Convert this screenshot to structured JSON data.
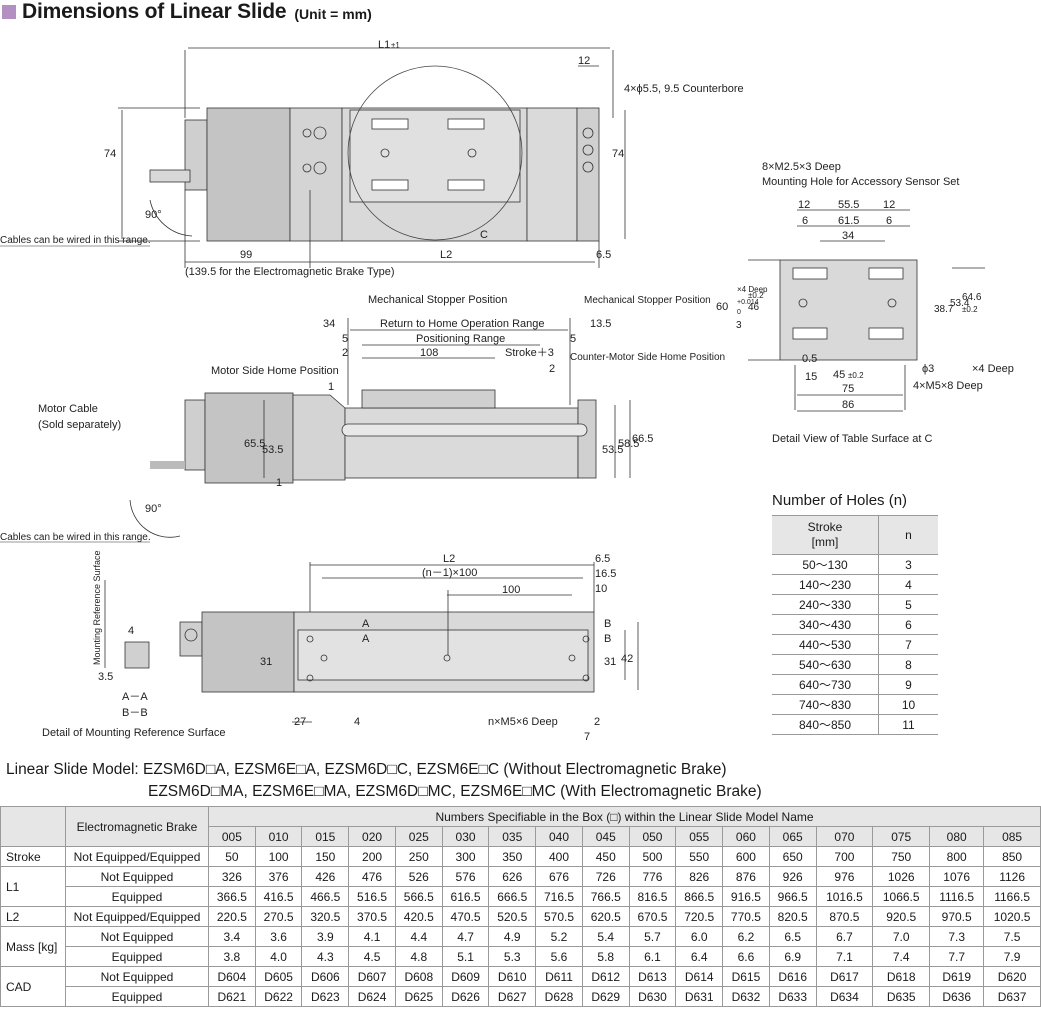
{
  "header": {
    "title": "Dimensions of Linear Slide",
    "unit": "(Unit = mm)"
  },
  "drawing": {
    "top_view": {
      "L1": "L1",
      "L1_tol": "±1",
      "d12": "12",
      "counterbore": "4×ϕ5.5, 9.5 Counterbore",
      "h74": "74",
      "angle": "90°",
      "cables": "Cables can be wired in this range.",
      "d99": "99",
      "L2": "L2",
      "d6_5": "6.5",
      "C": "C",
      "brake_note": "(139.5 for the Electromagnetic Brake Type)"
    },
    "detail_c": {
      "m25": "8×M2.5×3 Deep",
      "sensor": "Mounting Hole for Accessory Sensor Set",
      "d12a": "12",
      "d55_5": "55.5",
      "d12b": "12",
      "d6a": "6",
      "d61_5": "61.5",
      "d6b": "6",
      "d34": "34",
      "d60": "60",
      "d3": "3",
      "d46": "46",
      "d46tol": "±0.2",
      "deep4": "×4 Deep",
      "tol014": "+0.014",
      "tol0": "0",
      "d38_7": "38.7",
      "d53_4": "53.4",
      "d64_6": "64.6",
      "d64tol": "±0.2",
      "d0_5": "0.5",
      "d15": "15",
      "d45": "45",
      "d45tol": "±0.2",
      "phi3": "ϕ3",
      "phi3note": "×4 Deep",
      "m5": "4×M5×8 Deep",
      "d75": "75",
      "d86": "86",
      "caption": "Detail View of Table Surface at C"
    },
    "front_view": {
      "stopper1": "Mechanical Stopper Position",
      "stopper2": "Mechanical Stopper Position",
      "d34": "34",
      "return": "Return to Home Operation Range",
      "d13_5": "13.5",
      "d5a": "5",
      "d5b": "5",
      "positioning": "Positioning Range",
      "d2a": "2",
      "d108": "108",
      "stroke": "Stroke＋3",
      "counter": "Counter-Motor Side Home Position",
      "motor_home": "Motor Side Home Position",
      "d2b": "2",
      "d1a": "1",
      "d1b": "1",
      "cable": "Motor Cable",
      "sold": "(Sold separately)",
      "d65_5": "65.5",
      "d53_5a": "53.5",
      "d53_5b": "53.5",
      "d58_5": "58.5",
      "d66_5": "66.5",
      "angle": "90°",
      "cables": "Cables can be wired in this range."
    },
    "bottom_view": {
      "L2": "L2",
      "d6_5": "6.5",
      "pitch": "(n－1)×100",
      "d16_5": "16.5",
      "d100": "100",
      "d10": "10",
      "mrs": "Mounting Reference Surface",
      "d4": "4",
      "d3_5": "3.5",
      "A": "A",
      "B": "B",
      "AA": "A－A",
      "BB": "B－B",
      "d31a": "31",
      "d31b": "31",
      "d42": "42",
      "detail": "Detail of Mounting Reference Surface",
      "d27": "27",
      "d4b": "4",
      "nholes": "n×M5×6 Deep",
      "d2": "2",
      "d7": "7"
    }
  },
  "holes": {
    "title": "Number of Holes (n)",
    "headers": [
      "Stroke\n[mm]",
      "n"
    ],
    "rows": [
      [
        "50～130",
        "3"
      ],
      [
        "140～230",
        "4"
      ],
      [
        "240～330",
        "5"
      ],
      [
        "340～430",
        "6"
      ],
      [
        "440～530",
        "7"
      ],
      [
        "540～630",
        "8"
      ],
      [
        "640～730",
        "9"
      ],
      [
        "740～830",
        "10"
      ],
      [
        "840～850",
        "11"
      ]
    ]
  },
  "models": {
    "line1": "Linear Slide Model: EZSM6D□A, EZSM6E□A, EZSM6D□C, EZSM6E□C (Without Electromagnetic Brake)",
    "line2": "EZSM6D□MA, EZSM6E□MA, EZSM6D□MC, EZSM6E□MC (With Electromagnetic Brake)"
  },
  "spec": {
    "brake_header": "Electromagnetic Brake",
    "box_header": "Numbers Specifiable in the Box (□) within the Linear Slide Model Name",
    "codes": [
      "005",
      "010",
      "015",
      "020",
      "025",
      "030",
      "035",
      "040",
      "045",
      "050",
      "055",
      "060",
      "065",
      "070",
      "075",
      "080",
      "085"
    ],
    "rows": [
      {
        "label": "Stroke",
        "sub": "Not Equipped/Equipped",
        "values": [
          "50",
          "100",
          "150",
          "200",
          "250",
          "300",
          "350",
          "400",
          "450",
          "500",
          "550",
          "600",
          "650",
          "700",
          "750",
          "800",
          "850"
        ]
      },
      {
        "label": "L1",
        "sub": "Not Equipped",
        "values": [
          "326",
          "376",
          "426",
          "476",
          "526",
          "576",
          "626",
          "676",
          "726",
          "776",
          "826",
          "876",
          "926",
          "976",
          "1026",
          "1076",
          "1126"
        ]
      },
      {
        "label": "",
        "sub": "Equipped",
        "values": [
          "366.5",
          "416.5",
          "466.5",
          "516.5",
          "566.5",
          "616.5",
          "666.5",
          "716.5",
          "766.5",
          "816.5",
          "866.5",
          "916.5",
          "966.5",
          "1016.5",
          "1066.5",
          "1116.5",
          "1166.5"
        ]
      },
      {
        "label": "L2",
        "sub": "Not Equipped/Equipped",
        "values": [
          "220.5",
          "270.5",
          "320.5",
          "370.5",
          "420.5",
          "470.5",
          "520.5",
          "570.5",
          "620.5",
          "670.5",
          "720.5",
          "770.5",
          "820.5",
          "870.5",
          "920.5",
          "970.5",
          "1020.5"
        ]
      },
      {
        "label": "Mass [kg]",
        "sub": "Not Equipped",
        "values": [
          "3.4",
          "3.6",
          "3.9",
          "4.1",
          "4.4",
          "4.7",
          "4.9",
          "5.2",
          "5.4",
          "5.7",
          "6.0",
          "6.2",
          "6.5",
          "6.7",
          "7.0",
          "7.3",
          "7.5"
        ]
      },
      {
        "label": "",
        "sub": "Equipped",
        "values": [
          "3.8",
          "4.0",
          "4.3",
          "4.5",
          "4.8",
          "5.1",
          "5.3",
          "5.6",
          "5.8",
          "6.1",
          "6.4",
          "6.6",
          "6.9",
          "7.1",
          "7.4",
          "7.7",
          "7.9"
        ]
      },
      {
        "label": "CAD",
        "sub": "Not Equipped",
        "values": [
          "D604",
          "D605",
          "D606",
          "D607",
          "D608",
          "D609",
          "D610",
          "D611",
          "D612",
          "D613",
          "D614",
          "D615",
          "D616",
          "D617",
          "D618",
          "D619",
          "D620"
        ]
      },
      {
        "label": "",
        "sub": "Equipped",
        "values": [
          "D621",
          "D622",
          "D623",
          "D624",
          "D625",
          "D626",
          "D627",
          "D628",
          "D629",
          "D630",
          "D631",
          "D632",
          "D633",
          "D634",
          "D635",
          "D636",
          "D637"
        ]
      }
    ]
  }
}
